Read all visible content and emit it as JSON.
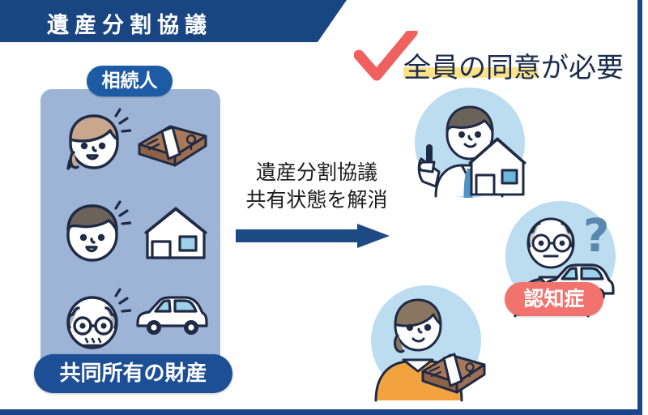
{
  "header": {
    "banner_title": "遺産分割協議"
  },
  "headline": {
    "text": "全員の同意が必要",
    "highlight_color": "#fbe38a",
    "check_color": "#f0605f",
    "text_color": "#1b2b4b"
  },
  "left_panel": {
    "badge_top": "相続人",
    "badge_bottom": "共同所有の財産",
    "panel_color": "#9db4d6",
    "badge_top_color": "#1d5ba4",
    "badge_bottom_color": "#1d4f96",
    "items": [
      {
        "person": "woman-with-ponytail",
        "asset": "cash-bundle"
      },
      {
        "person": "man-dark-hair",
        "asset": "house"
      },
      {
        "person": "elderly-man-glasses",
        "asset": "car"
      }
    ]
  },
  "middle": {
    "line1": "遺産分割協議",
    "line2": "共有状態を解消",
    "arrow_color": "#1e4a83"
  },
  "right_panel": {
    "scenes": [
      {
        "name": "man-pointing-with-house",
        "circle_color": "#bcdcef"
      },
      {
        "name": "elderly-man-confused-with-car",
        "circle_color": "#bcdcef",
        "badge": "認知症",
        "badge_color": "#f2736d",
        "question_mark": "?"
      },
      {
        "name": "woman-with-cash",
        "circle_color": "#bcdcef"
      }
    ]
  },
  "frame": {
    "border_color": "#1c4587"
  }
}
